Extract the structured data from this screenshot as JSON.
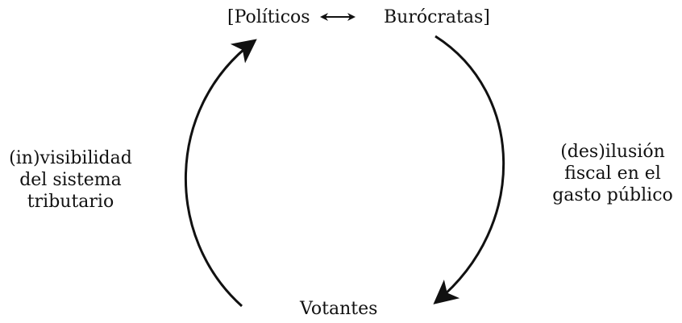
{
  "nodes": {
    "politicos": "[Políticos",
    "burocratas": "Burócratas]",
    "votantes": "Votantes"
  },
  "labels": {
    "left": "(in)visibilidad\ndel sistema\ntributario",
    "right": "(des)ilusión\nfiscal en el\ngasto público"
  },
  "colors": {
    "stroke": "#111111",
    "background": "#ffffff"
  },
  "icons": {
    "bidirectional": "double-arrow-icon"
  }
}
